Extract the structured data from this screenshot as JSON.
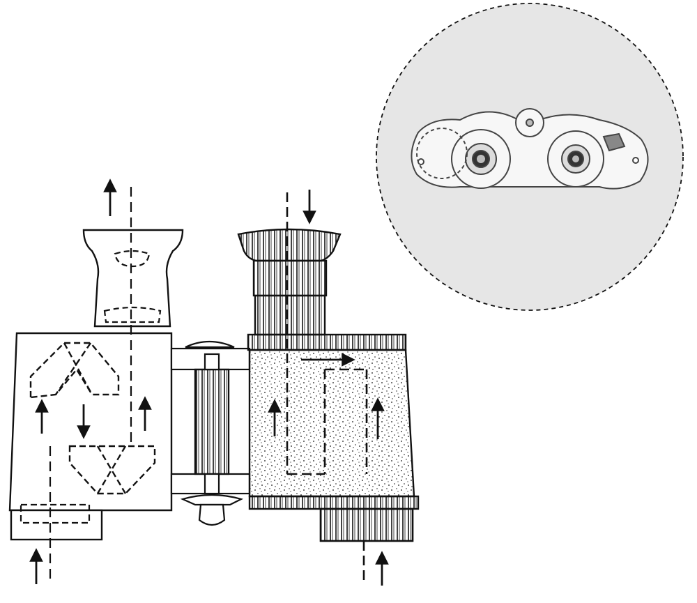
{
  "diagram": {
    "subject": "prism-binocular-cutaway",
    "colors": {
      "ink": "#111111",
      "paper": "#ffffff",
      "inset_fill": "#e6e6e6",
      "inset_stroke": "#444444"
    },
    "left_tube": {
      "view": "cutaway-with-dashed-prisms",
      "light_arrows": [
        "up",
        "up",
        "down",
        "up",
        "up"
      ]
    },
    "right_tube": {
      "view": "exterior-leather-covered",
      "light_arrows": [
        "down",
        "up",
        "right",
        "up",
        "up"
      ]
    },
    "center_hinge": {
      "focus_wheel": "knurled",
      "focus_knob": "bottom"
    },
    "inset": {
      "shape": "dashed-circle",
      "view": "front-view-of-binocular"
    }
  }
}
